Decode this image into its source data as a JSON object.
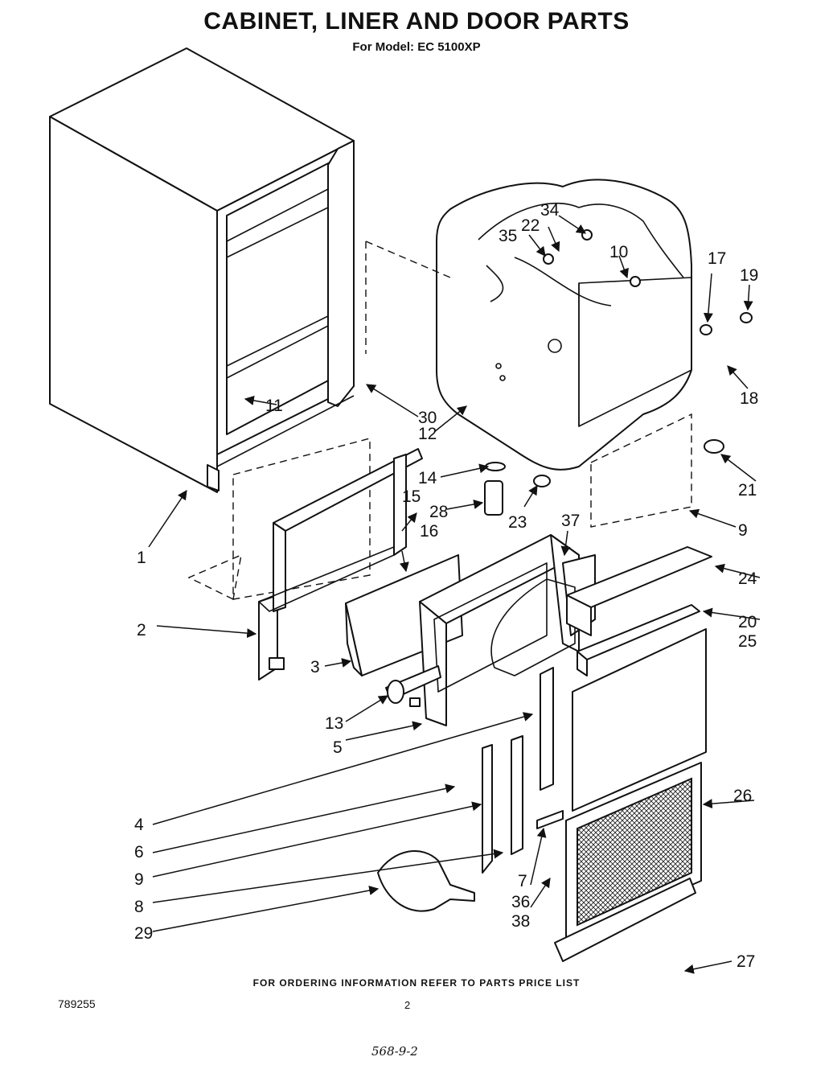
{
  "header": {
    "title": "CABINET, LINER AND DOOR PARTS",
    "subtitle": "For Model: EC 5100XP"
  },
  "footer": {
    "ordering_note": "FOR ORDERING INFORMATION REFER TO PARTS PRICE LIST",
    "document_number": "789255",
    "page_number": "2",
    "handwritten_note": "568-9-2"
  },
  "callouts": [
    "1",
    "2",
    "3",
    "4",
    "5",
    "6",
    "7",
    "8",
    "9",
    "9",
    "10",
    "11",
    "12",
    "13",
    "14",
    "15",
    "16",
    "17",
    "18",
    "19",
    "20",
    "21",
    "22",
    "23",
    "24",
    "25",
    "26",
    "27",
    "28",
    "29",
    "30",
    "34",
    "35",
    "36",
    "37",
    "38"
  ]
}
